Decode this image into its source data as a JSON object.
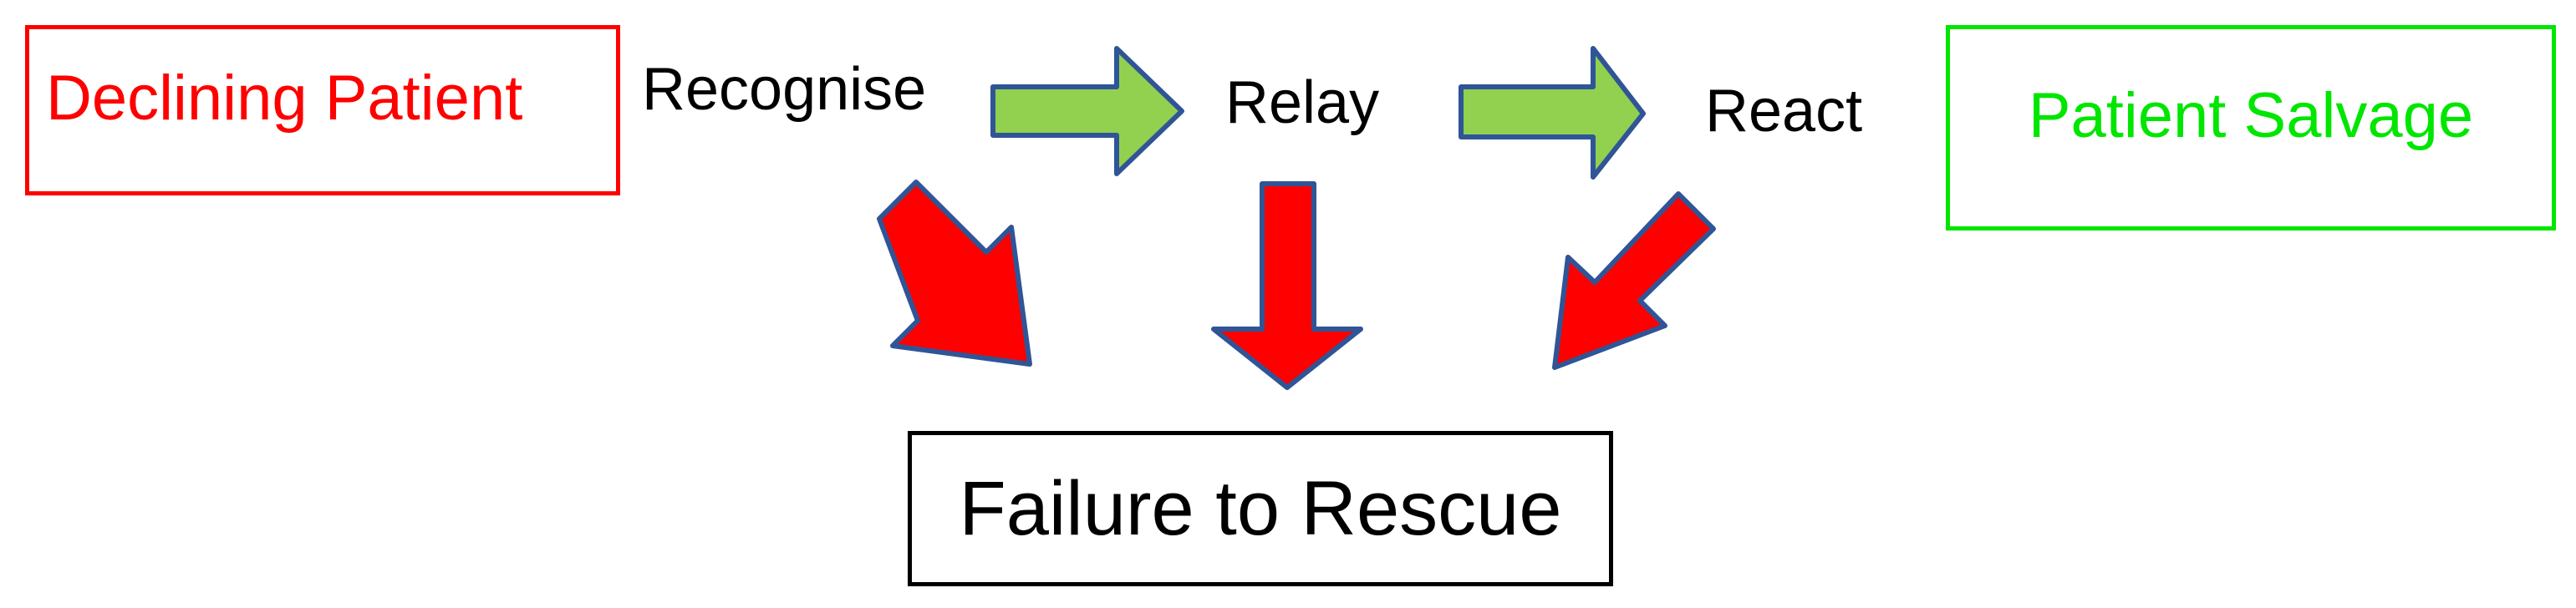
{
  "diagram": {
    "start_box": {
      "label": "Declining Patient",
      "color": "#ff0000"
    },
    "end_box": {
      "label": "Patient Salvage",
      "color": "#00e600"
    },
    "steps": [
      "Recognise",
      "Relay",
      "React"
    ],
    "outcome_box": {
      "label": "Failure to Rescue",
      "color": "#000000"
    },
    "arrow_colors": {
      "forward_fill": "#92d050",
      "failure_fill": "#ff0000",
      "outline": "#2f5597"
    }
  }
}
